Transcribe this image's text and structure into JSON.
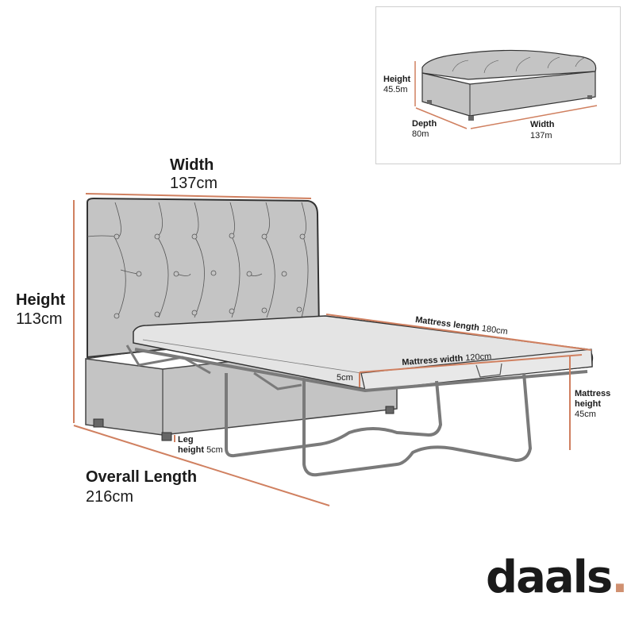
{
  "brand": {
    "name": "daals",
    "dot": ".",
    "accent_color": "#d09070"
  },
  "colors": {
    "dimension_line": "#d08060",
    "fabric": "#c4c4c4",
    "outline": "#333333",
    "mattress": "#e4e4e4",
    "frame": "#8a8a8a"
  },
  "inset": {
    "height_label": "Height",
    "height_value": "45.5m",
    "depth_label": "Depth",
    "depth_value": "80m",
    "width_label": "Width",
    "width_value": "137m"
  },
  "main": {
    "width_label": "Width",
    "width_value": "137cm",
    "height_label": "Height",
    "height_value": "113cm",
    "overall_length_label": "Overall Length",
    "overall_length_value": "216cm",
    "leg_label": "Leg",
    "leg_height_label": "height",
    "leg_height_value": "5cm",
    "mattress_length_label": "Mattress length",
    "mattress_length_value": "180cm",
    "mattress_width_label": "Mattress width",
    "mattress_width_value": "120cm",
    "mattress_thickness_value": "5cm",
    "mattress_height_label_1": "Mattress",
    "mattress_height_label_2": "height",
    "mattress_height_value": "45cm"
  }
}
